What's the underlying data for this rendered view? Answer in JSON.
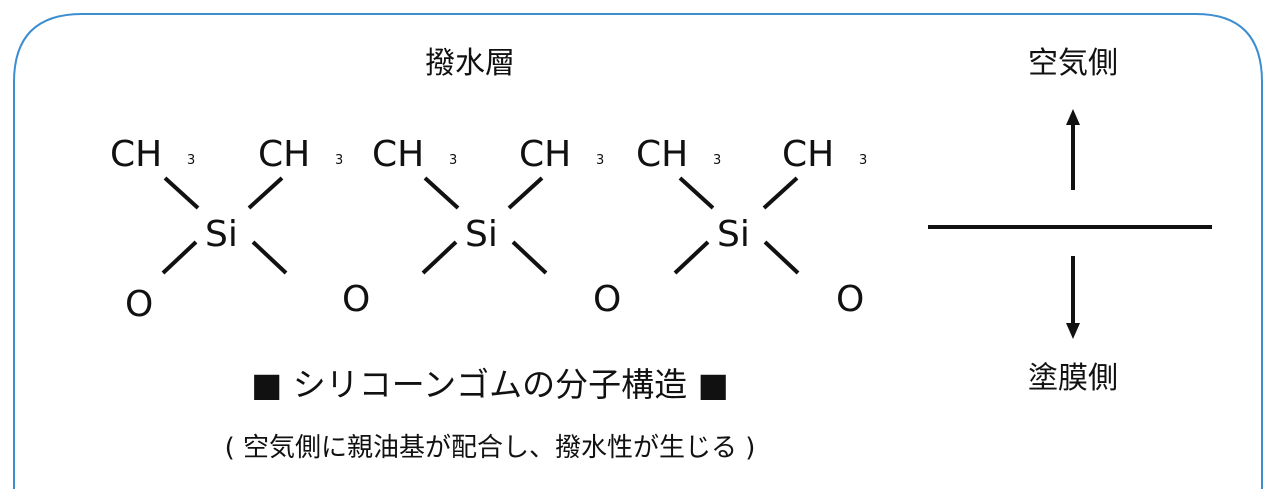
{
  "diagram": {
    "title": "■ シリコーンゴムの分子構造 ■",
    "note": "( 空気側に親油基が配合し、撥水性が生じる )",
    "layer_label": "撥水層",
    "air_side_label": "空気側",
    "coating_side_label": "塗膜側",
    "molecule": {
      "methyl_group": "CH",
      "methyl_subscript": "3",
      "silicon": "Si",
      "oxygen": "O"
    },
    "colors": {
      "frame": "#3d8ed0",
      "ink": "#111111",
      "background": "#ffffff"
    }
  }
}
